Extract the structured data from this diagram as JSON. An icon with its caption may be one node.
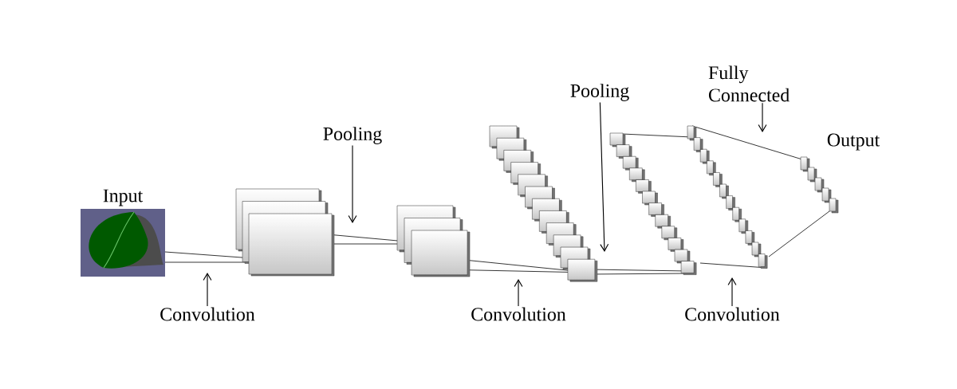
{
  "diagram": {
    "nodes": [
      {
        "text": [
          "Input"
        ]
      },
      {
        "text": [
          "Convolution"
        ]
      },
      {
        "text": [
          "Pooling"
        ]
      },
      {
        "text": [
          "Convolution"
        ]
      },
      {
        "text": [
          "Pooling"
        ]
      },
      {
        "text": [
          "Convolution"
        ]
      },
      {
        "text": [
          "Fully Connected"
        ]
      }
    ],
    "edges": [
      {
        "from": 1,
        "to": null,
        "arrow": "to"
      },
      {
        "from": 2,
        "to": null,
        "arrow": "to"
      },
      {
        "from": 3,
        "to": null,
        "arrow": "to"
      },
      {
        "from": 4,
        "to": null,
        "arrow": "to"
      },
      {
        "from": 5,
        "to": null,
        "arrow": "to"
      },
      {
        "from": 6,
        "to": null,
        "arrow": "to"
      }
    ],
    "labels": [
      "Output"
    ]
  }
}
